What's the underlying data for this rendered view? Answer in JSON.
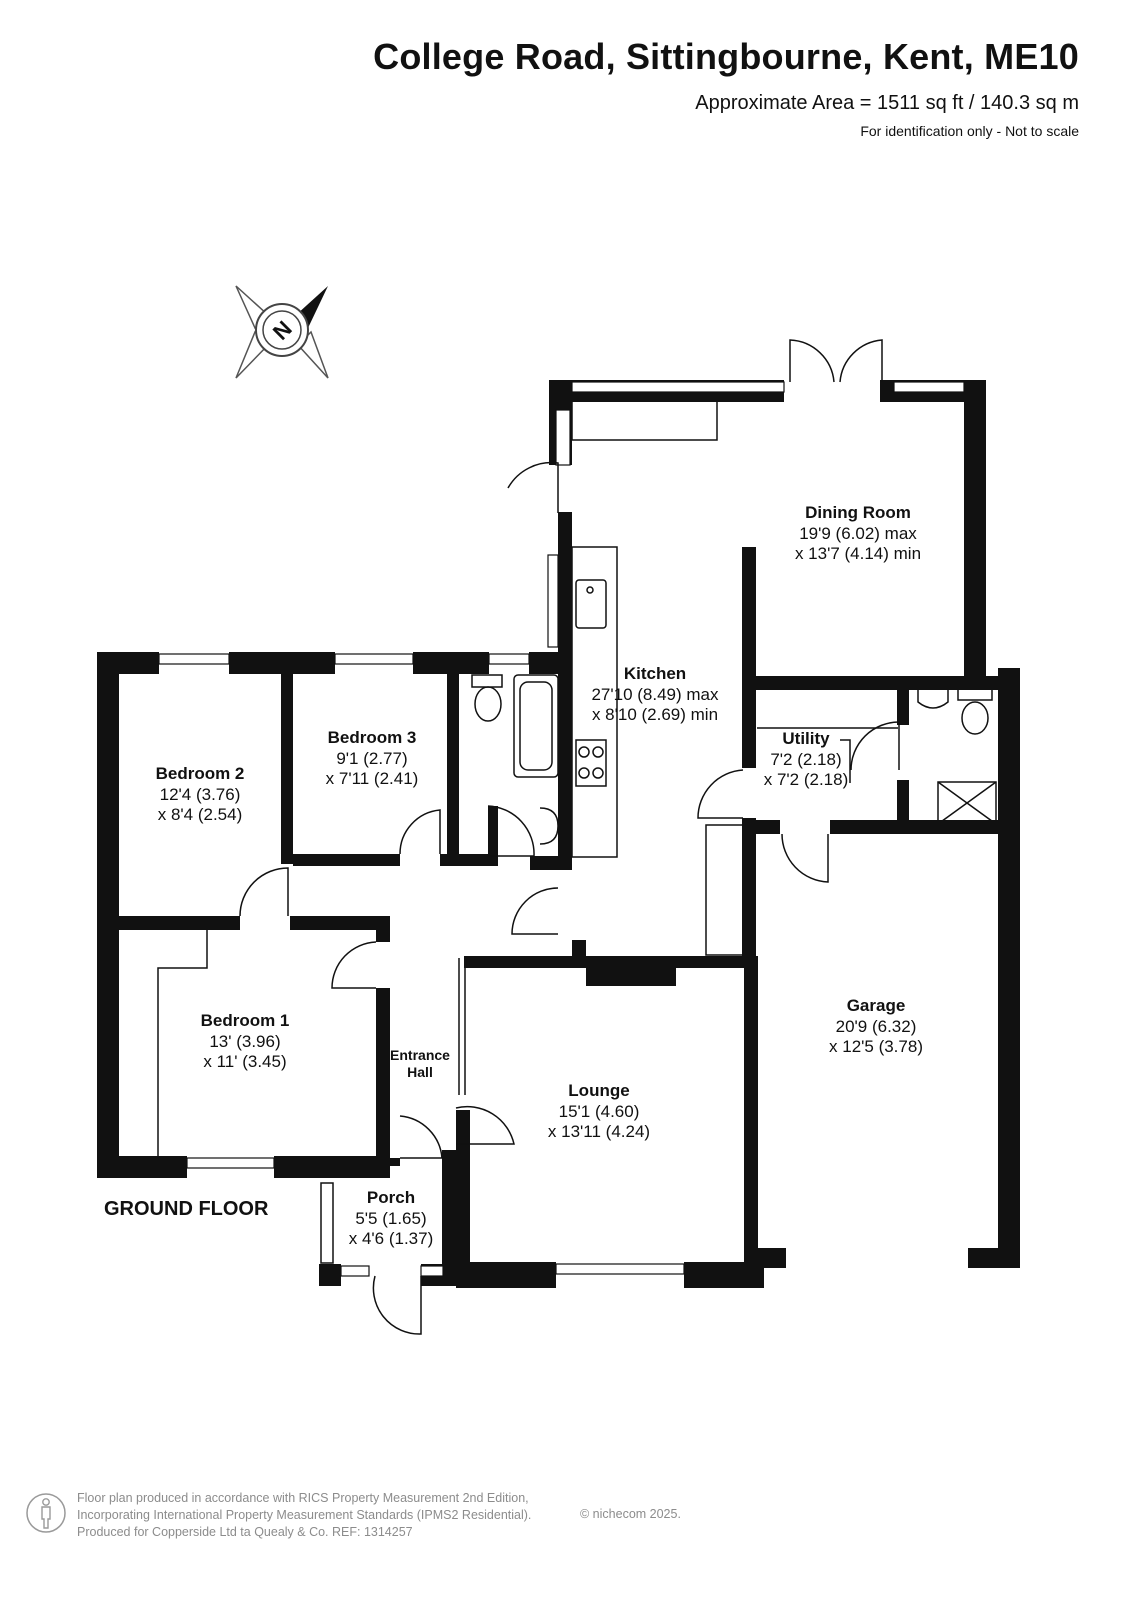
{
  "header": {
    "title": "College Road, Sittingbourne, Kent, ME10",
    "area": "Approximate Area = 1511 sq ft / 140.3 sq m",
    "note": "For identification only - Not to scale"
  },
  "compass": {
    "letter": "N"
  },
  "floor_label": "GROUND FLOOR",
  "rooms": {
    "dining": {
      "name": "Dining Room",
      "dim1": "19'9 (6.02) max",
      "dim2": "x 13'7 (4.14) min"
    },
    "kitchen": {
      "name": "Kitchen",
      "dim1": "27'10 (8.49) max",
      "dim2": "x 8'10 (2.69) min"
    },
    "bedroom2": {
      "name": "Bedroom 2",
      "dim1": "12'4 (3.76)",
      "dim2": "x 8'4 (2.54)"
    },
    "bedroom3": {
      "name": "Bedroom 3",
      "dim1": "9'1 (2.77)",
      "dim2": "x 7'11 (2.41)"
    },
    "utility": {
      "name": "Utility",
      "dim1": "7'2 (2.18)",
      "dim2": "x 7'2 (2.18)"
    },
    "bedroom1": {
      "name": "Bedroom 1",
      "dim1": "13' (3.96)",
      "dim2": "x 11' (3.45)"
    },
    "garage": {
      "name": "Garage",
      "dim1": "20'9 (6.32)",
      "dim2": "x 12'5 (3.78)"
    },
    "hall": {
      "line1": "Entrance",
      "line2": "Hall"
    },
    "lounge": {
      "name": "Lounge",
      "dim1": "15'1 (4.60)",
      "dim2": "x 13'11 (4.24)"
    },
    "porch": {
      "name": "Porch",
      "dim1": "5'5 (1.65)",
      "dim2": "x 4'6 (1.37)"
    }
  },
  "footer": {
    "line1": "Floor plan produced in accordance with RICS Property Measurement 2nd Edition,",
    "line2": "Incorporating International Property Measurement Standards (IPMS2 Residential).",
    "line3": "Produced for Copperside Ltd ta Quealy & Co.   REF: 1314257",
    "brand": "© nichecom 2025."
  }
}
